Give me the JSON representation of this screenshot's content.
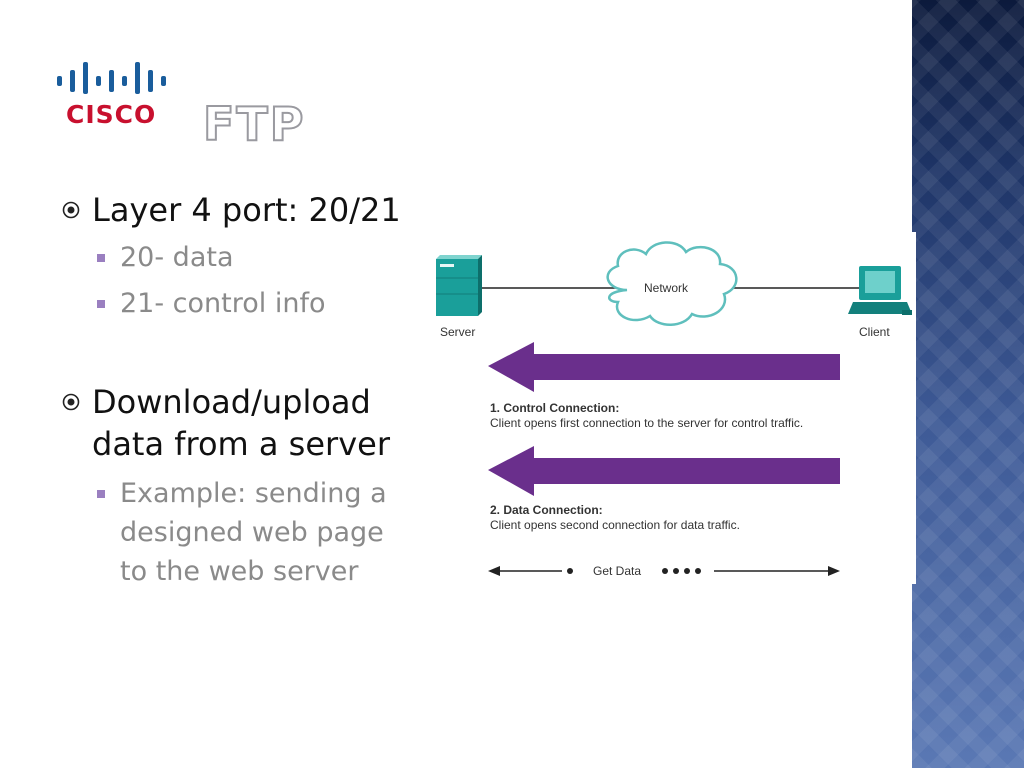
{
  "slide": {
    "title": "FTP",
    "logo_text": "CISCO"
  },
  "bullets": [
    {
      "lines": [
        "Layer 4 port: 20/21"
      ],
      "sub": [
        {
          "lines": [
            "20- data"
          ]
        },
        {
          "lines": [
            "21- control info"
          ]
        }
      ]
    },
    {
      "lines": [
        "Download/upload",
        "data from a server"
      ],
      "sub": [
        {
          "lines": [
            "Example: sending a",
            "designed web page",
            "to the web server"
          ]
        }
      ]
    }
  ],
  "diagram": {
    "server_label": "Server",
    "network_label": "Network",
    "client_label": "Client",
    "control_title": "1. Control Connection:",
    "control_desc": "Client opens first connection to the server for control traffic.",
    "data_title": "2. Data Connection:",
    "data_desc": "Client opens second connection for data traffic.",
    "get_data_label": "Get Data"
  },
  "colors": {
    "arrow": "#6a2f8c",
    "device": "#1a9f9a",
    "cloud_stroke": "#5fbfbd",
    "logo_red": "#c8102e",
    "logo_blue": "#1a5d9c",
    "bullet_l2_mark": "#9a7fc0"
  }
}
